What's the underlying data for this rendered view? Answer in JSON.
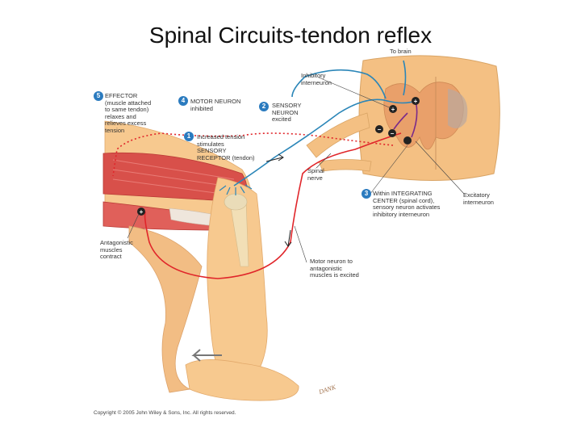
{
  "title": "Spinal Circuits-tendon reflex",
  "labels": {
    "to_brain": "To brain",
    "inhibitory_interneuron": "Inhibitory\ninterneuron",
    "spinal_nerve": "Spinal\nnerve",
    "excitatory_interneuron": "Excitatory\ninterneuron",
    "antagonistic_muscles": "Antagonistic\nmuscles\ncontract",
    "motor_neuron_antagonistic": "Motor neuron to\nantagonistic\nmuscles is excited"
  },
  "steps": [
    {
      "number": "5",
      "text": "EFFECTOR\n(muscle attached\nto same tendon)\nrelaxes and\nrelieves excess\ntension"
    },
    {
      "number": "4",
      "text": "MOTOR NEURON\ninhibited"
    },
    {
      "number": "2",
      "text": "SENSORY\nNEURON\nexcited"
    },
    {
      "number": "1",
      "text": "Increased tension\nstimulates\nSENSORY\nRECEPTOR (tendon)"
    },
    {
      "number": "3",
      "text": "Within INTEGRATING\nCENTER (spinal cord),\nsensory neuron activates\ninhibitory  interneuron"
    }
  ],
  "synapse_signs": [
    "+",
    "+",
    "−",
    "−",
    "+"
  ],
  "copyright": "Copyright © 2005 John Wiley & Sons, Inc.  All rights reserved.",
  "signature": "DANK",
  "colors": {
    "sensory": "#2b86b8",
    "motor": "#e0252a",
    "inhibitory": "#7a2a8a",
    "skin": "#f7c98f",
    "muscle": "#d8504a",
    "badge": "#2b7bbf"
  }
}
